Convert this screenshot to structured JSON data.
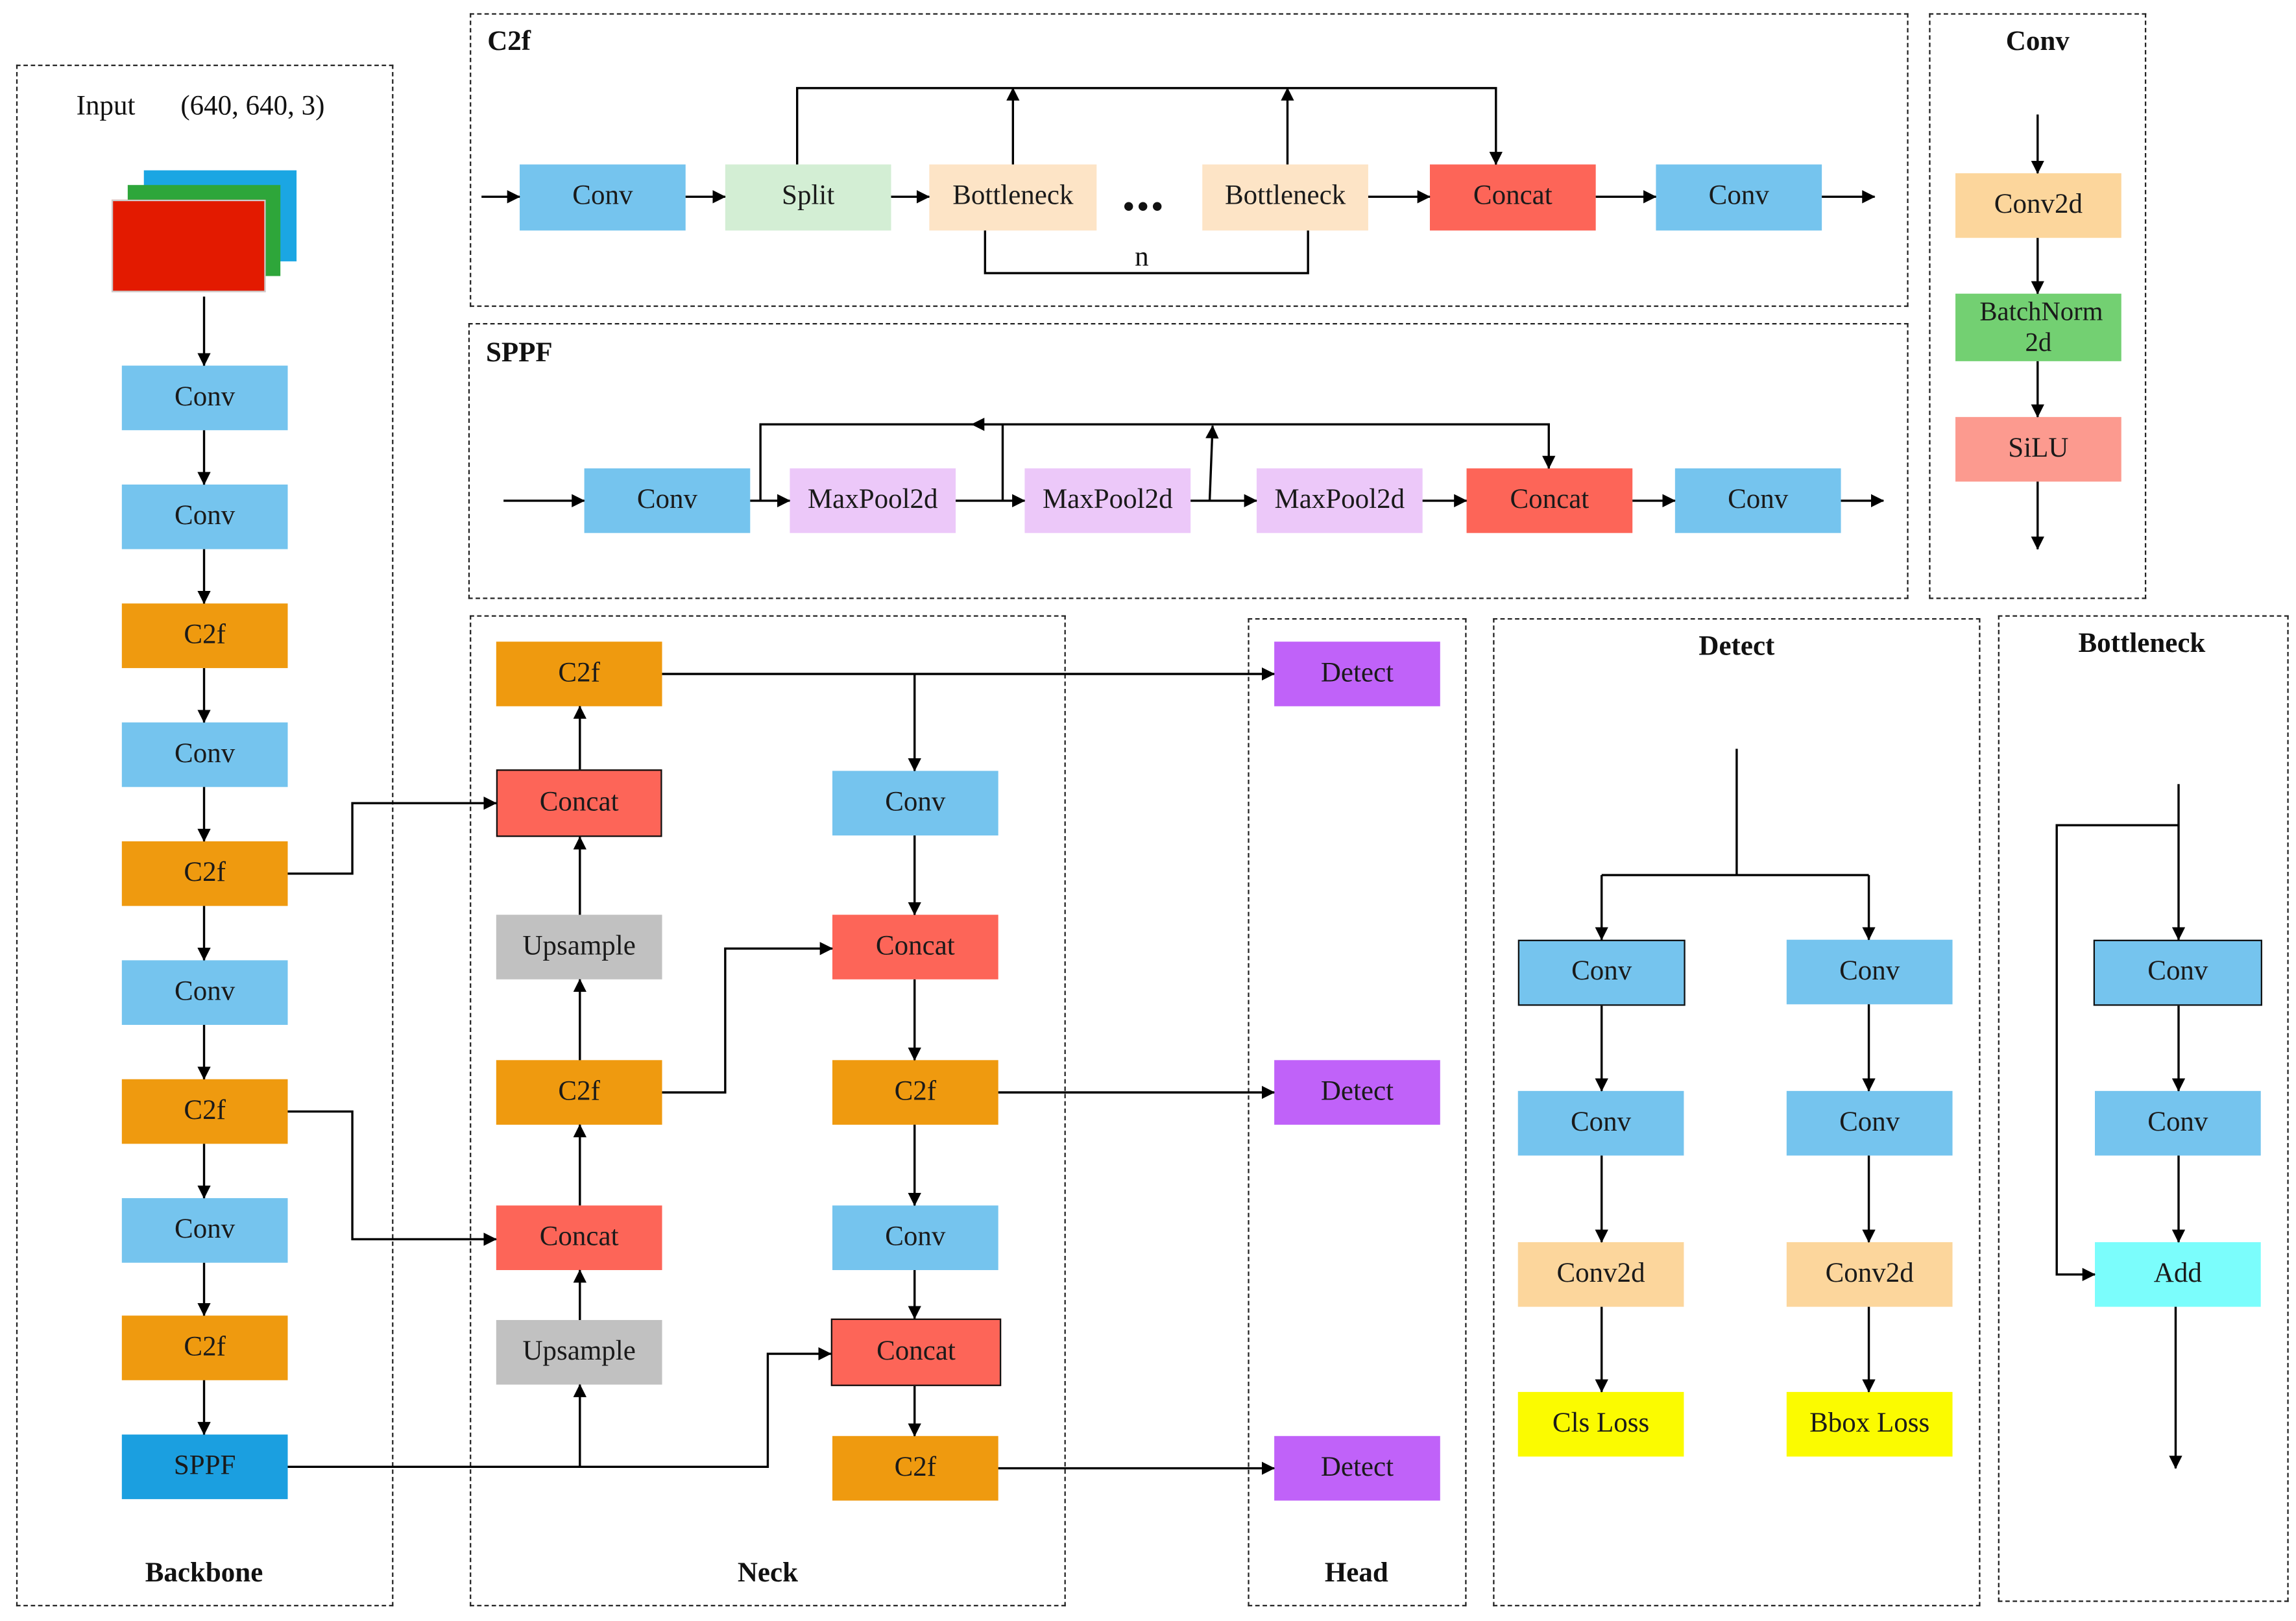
{
  "regions": {
    "backbone": "Backbone",
    "neck": "Neck",
    "head": "Head",
    "c2f": "C2f",
    "sppf": "SPPF",
    "conv": "Conv",
    "detect": "Detect",
    "bottleneck": "Bottleneck"
  },
  "input": {
    "label": "Input",
    "shape": "(640, 640, 3)"
  },
  "backbone": [
    "Conv",
    "Conv",
    "C2f",
    "Conv",
    "C2f",
    "Conv",
    "C2f",
    "Conv",
    "C2f",
    "SPPF"
  ],
  "neck": {
    "left": [
      "C2f",
      "Concat",
      "Upsample",
      "C2f",
      "Concat",
      "Upsample"
    ],
    "right": [
      "Conv",
      "Concat",
      "C2f",
      "Conv",
      "Concat",
      "C2f"
    ]
  },
  "head": [
    "Detect",
    "Detect",
    "Detect"
  ],
  "c2f_module": [
    "Conv",
    "Split",
    "Bottleneck",
    "Bottleneck",
    "Concat",
    "Conv"
  ],
  "c2f_ellipsis": "•••",
  "c2f_repeat": "n",
  "sppf_module": [
    "Conv",
    "MaxPool2d",
    "MaxPool2d",
    "MaxPool2d",
    "Concat",
    "Conv"
  ],
  "conv_module": [
    "Conv2d",
    "BatchNorm 2d",
    "SiLU"
  ],
  "detect_module": {
    "left": [
      "Conv",
      "Conv",
      "Conv2d",
      "Cls Loss"
    ],
    "right": [
      "Conv",
      "Conv",
      "Conv2d",
      "Bbox Loss"
    ]
  },
  "bottleneck_module": [
    "Conv",
    "Conv",
    "Add"
  ],
  "colors": {
    "conv": "#75c4ee",
    "c2f": "#ef9a0f",
    "sppf": "#1b9fe0",
    "concat": "#fd6558",
    "upsample": "#c1c1c1",
    "detect": "#c062f9",
    "split": "#d3eed4",
    "bottleneck": "#fde4c6",
    "maxpool": "#ecc8f9",
    "conv2d": "#fcd69c",
    "batchnorm": "#73d072",
    "silu": "#fc9a8f",
    "add": "#7bfdfc",
    "loss": "#fbfb00",
    "input_red": "#e31a00",
    "input_green": "#2ea63a",
    "input_blue": "#1ba6e3"
  }
}
